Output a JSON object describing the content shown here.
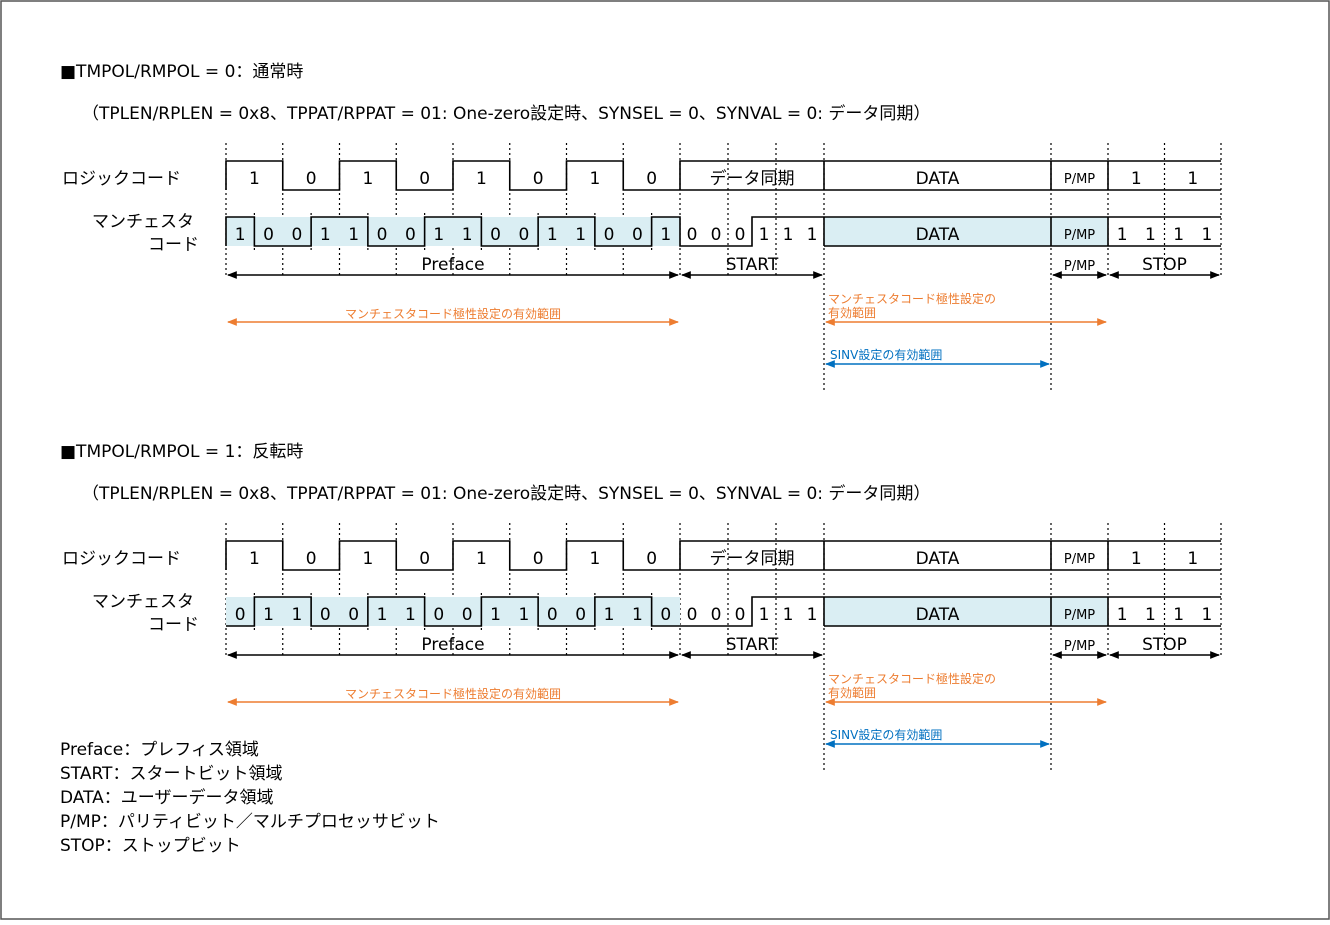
{
  "sections": [
    {
      "heading": "■TMPOL/RMPOL = 0：通常時",
      "subheading": "（TPLEN/RPLEN = 0x8、TPPAT/RPPAT = 01: One-zero設定時、SYNSEL = 0、SYNVAL = 0: データ同期）",
      "logic_label": "ロジックコード",
      "manchester_label_1": "マンチェスタ",
      "manchester_label_2": "コード",
      "logic_bits": [
        "1",
        "0",
        "1",
        "0",
        "1",
        "0",
        "1",
        "0"
      ],
      "logic_sync": "データ同期",
      "logic_data": "DATA",
      "logic_pmp": "P/MP",
      "logic_stop": [
        "1",
        "1"
      ],
      "manchester_bits": [
        "1",
        "0",
        "0",
        "1",
        "1",
        "0",
        "0",
        "1",
        "1",
        "0",
        "0",
        "1",
        "1",
        "0",
        "0",
        "1"
      ],
      "start_bits": [
        "0",
        "0",
        "0",
        "1",
        "1",
        "1"
      ],
      "manchester_data": "DATA",
      "manchester_pmp": "P/MP",
      "stop_bits": [
        "1",
        "1",
        "1",
        "1"
      ],
      "range_preface": "Preface",
      "range_start": "START",
      "range_pmp": "P/MP",
      "range_stop": "STOP",
      "polarity_range_label": "マンチェスタコード極性設定の有効範囲",
      "polarity_range_label_b1": "マンチェスタコード極性設定の",
      "polarity_range_label_b2": "有効範囲",
      "sinv_range_label": "SINV設定の有効範囲"
    },
    {
      "heading": "■TMPOL/RMPOL = 1：反転時",
      "subheading": "（TPLEN/RPLEN = 0x8、TPPAT/RPPAT = 01: One-zero設定時、SYNSEL = 0、SYNVAL = 0: データ同期）",
      "logic_label": "ロジックコード",
      "manchester_label_1": "マンチェスタ",
      "manchester_label_2": "コード",
      "logic_bits": [
        "1",
        "0",
        "1",
        "0",
        "1",
        "0",
        "1",
        "0"
      ],
      "logic_sync": "データ同期",
      "logic_data": "DATA",
      "logic_pmp": "P/MP",
      "logic_stop": [
        "1",
        "1"
      ],
      "manchester_bits": [
        "0",
        "1",
        "1",
        "0",
        "0",
        "1",
        "1",
        "0",
        "0",
        "1",
        "1",
        "0",
        "0",
        "1",
        "1",
        "0"
      ],
      "start_bits": [
        "0",
        "0",
        "0",
        "1",
        "1",
        "1"
      ],
      "manchester_data": "DATA",
      "manchester_pmp": "P/MP",
      "stop_bits": [
        "1",
        "1",
        "1",
        "1"
      ],
      "range_preface": "Preface",
      "range_start": "START",
      "range_pmp": "P/MP",
      "range_stop": "STOP",
      "polarity_range_label": "マンチェスタコード極性設定の有効範囲",
      "polarity_range_label_b1": "マンチェスタコード極性設定の",
      "polarity_range_label_b2": "有効範囲",
      "sinv_range_label": "SINV設定の有効範囲"
    }
  ],
  "legend": [
    "Preface：プレフィス領域",
    "START：スタートビット領域",
    "DATA：ユーザーデータ領域",
    "P/MP：パリティビット／マルチプロセッサビット",
    "STOP：ストップビット"
  ],
  "colors": {
    "orange": "#ed7d31",
    "blue": "#0070c0",
    "highlight": "#daeef3",
    "border": "#000000"
  }
}
